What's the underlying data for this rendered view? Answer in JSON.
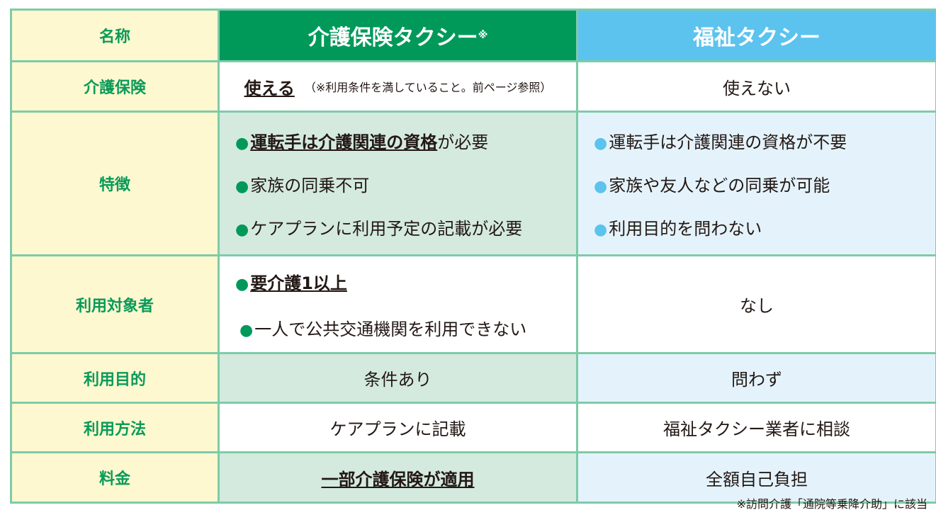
{
  "header": {
    "label": "名称",
    "col1": "介護保険タクシー",
    "col1_mark": "※",
    "col2": "福祉タクシー"
  },
  "rows": [
    {
      "label": "介護保険",
      "col1_main": "使える",
      "col1_note": "（※利用条件を満していること。前ページ参照）",
      "col2": "使えない"
    },
    {
      "label": "特徴",
      "col1_items": [
        {
          "bold": "運転手は介護関連の資格",
          "rest": "が必要"
        },
        {
          "text": "家族の同乗不可"
        },
        {
          "text": "ケアプランに利用予定の記載が必要"
        }
      ],
      "col2_items": [
        "運転手は介護関連の資格が不要",
        "家族や友人などの同乗が可能",
        "利用目的を問わない"
      ]
    },
    {
      "label": "利用対象者",
      "col1_items": [
        {
          "bold": "要介護1以上"
        },
        {
          "text": "一人で公共交通機関を利用できない"
        }
      ],
      "col2": "なし"
    },
    {
      "label": "利用目的",
      "col1": "条件あり",
      "col2": "問わず"
    },
    {
      "label": "利用方法",
      "col1": "ケアプランに記載",
      "col2": "福祉タクシー業者に相談"
    },
    {
      "label": "料金",
      "col1": "一部介護保険が適用",
      "col2": "全額自己負担"
    }
  ],
  "footnote": "※訪問介護「通院等乗降介助」に該当",
  "colors": {
    "green": "#00995a",
    "blue": "#5bc3ee",
    "label_bg": "#fdf8cf"
  }
}
